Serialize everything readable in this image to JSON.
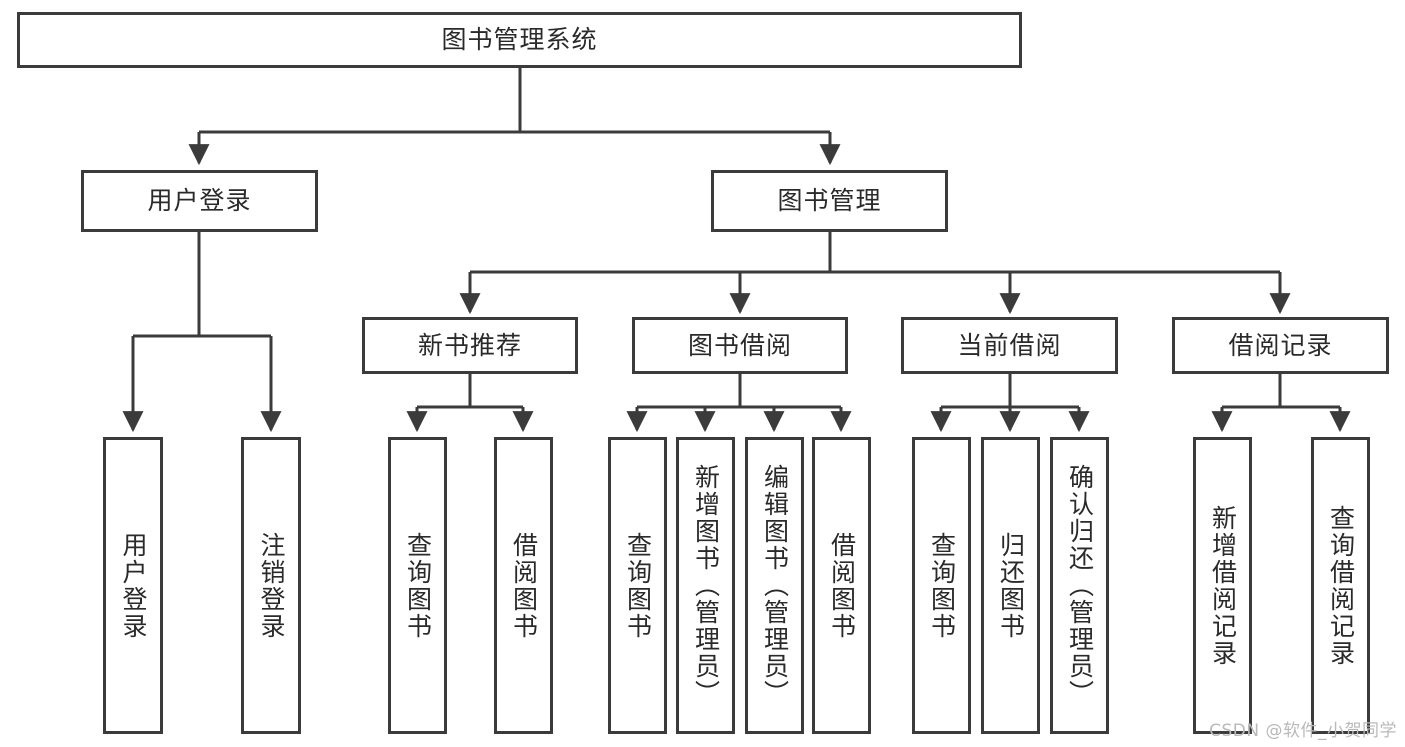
{
  "diagram": {
    "title": "图书管理系统",
    "type": "tree-hierarchy",
    "root": {
      "label": "图书管理系统"
    },
    "level2": [
      {
        "label": "用户登录"
      },
      {
        "label": "图书管理"
      }
    ],
    "level3": [
      {
        "label": "新书推荐"
      },
      {
        "label": "图书借阅"
      },
      {
        "label": "当前借阅"
      },
      {
        "label": "借阅记录"
      }
    ],
    "leaves": {
      "user_login": [
        {
          "label": "用户登录"
        },
        {
          "label": "注销登录"
        }
      ],
      "new_book_recommend": [
        {
          "label": "查询图书"
        },
        {
          "label": "借阅图书"
        }
      ],
      "book_borrow": [
        {
          "label": "查询图书"
        },
        {
          "label": "新增图书（管理员）"
        },
        {
          "label": "编辑图书（管理员）"
        },
        {
          "label": "借阅图书"
        }
      ],
      "current_borrow": [
        {
          "label": "查询图书"
        },
        {
          "label": "归还图书"
        },
        {
          "label": "确认归还（管理员）"
        }
      ],
      "borrow_record": [
        {
          "label": "新增借阅记录"
        },
        {
          "label": "查询借阅记录"
        }
      ]
    }
  },
  "watermark": {
    "text": "CSDN @软件_小贺同学"
  },
  "colors": {
    "stroke": "#3b3b3b",
    "text": "#2a2a2a",
    "background": "#ffffff",
    "watermark": "#b9b9b9"
  }
}
